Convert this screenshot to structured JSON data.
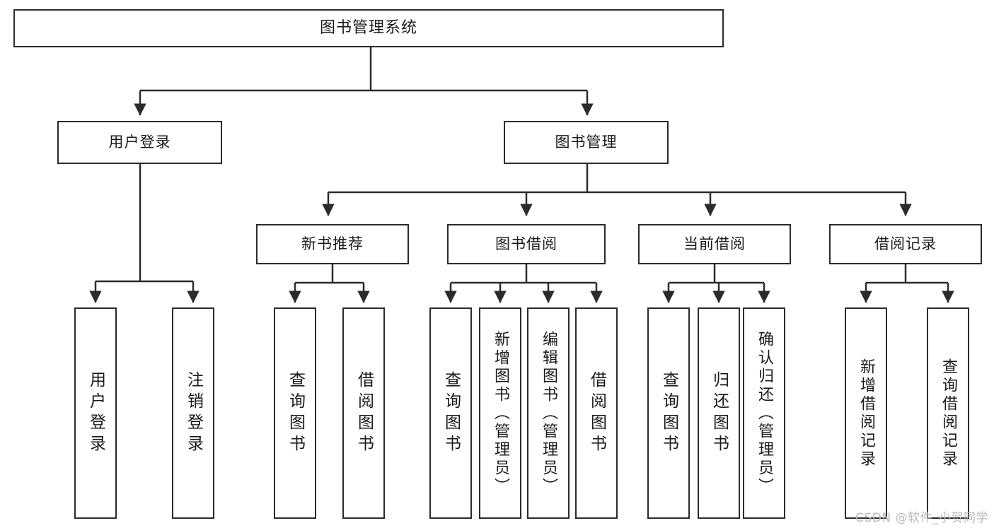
{
  "diagram": {
    "title": "图书管理系统",
    "watermark": "CSDN @软件_小贺同学",
    "line_color": "#2b2b2b",
    "box_fill": "#ffffff",
    "text_color": "#1a1a1a",
    "watermark_color": "#b9b9b9"
  },
  "nodes": {
    "root": {
      "label": "图书管理系统"
    },
    "level1": [
      {
        "label": "用户登录"
      },
      {
        "label": "图书管理"
      }
    ],
    "level2": [
      {
        "label": "新书推荐"
      },
      {
        "label": "图书借阅"
      },
      {
        "label": "当前借阅"
      },
      {
        "label": "借阅记录"
      }
    ],
    "leaves": {
      "user_login": [
        {
          "label": "用户登录"
        },
        {
          "label": "注销登录"
        }
      ],
      "new_books": [
        {
          "label": "查询图书"
        },
        {
          "label": "借阅图书"
        }
      ],
      "book_borrow": [
        {
          "label": "查询图书"
        },
        {
          "label": "新增图书（管理员）"
        },
        {
          "label": "编辑图书（管理员）"
        },
        {
          "label": "借阅图书"
        }
      ],
      "current_borrow": [
        {
          "label": "查询图书"
        },
        {
          "label": "归还图书"
        },
        {
          "label": "确认归还（管理员）"
        }
      ],
      "borrow_records": [
        {
          "label": "新增借阅记录"
        },
        {
          "label": "查询借阅记录"
        }
      ]
    }
  }
}
